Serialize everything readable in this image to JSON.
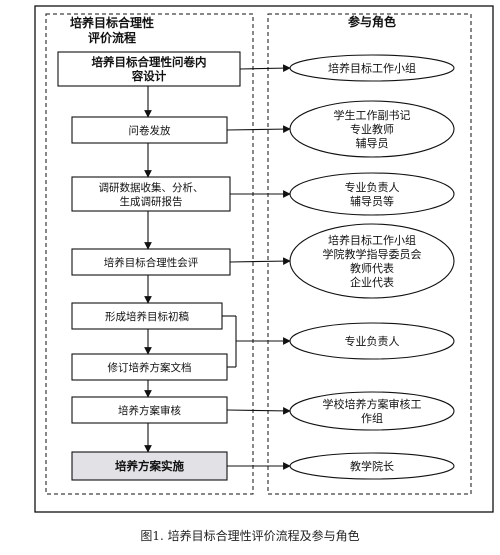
{
  "left_panel": {
    "title": [
      "培养目标合理性",
      "评价流程"
    ]
  },
  "right_panel": {
    "title": "参与角色"
  },
  "steps": [
    {
      "lines": [
        "培养目标合理性问卷内",
        "容设计"
      ],
      "bold": true
    },
    {
      "lines": [
        "问卷发放"
      ]
    },
    {
      "lines": [
        "调研数据收集、分析、",
        "生成调研报告"
      ]
    },
    {
      "lines": [
        "培养目标合理性会评"
      ]
    },
    {
      "lines": [
        "形成培养目标初稿"
      ]
    },
    {
      "lines": [
        "修订培养方案文档"
      ]
    },
    {
      "lines": [
        "培养方案审核"
      ]
    },
    {
      "lines": [
        "培养方案实施"
      ],
      "bold": true,
      "highlight": true
    }
  ],
  "roles": [
    {
      "lines": [
        "培养目标工作小组"
      ]
    },
    {
      "lines": [
        "学生工作副书记",
        "专业教师",
        "辅导员"
      ]
    },
    {
      "lines": [
        "专业负责人",
        "辅导员等"
      ]
    },
    {
      "lines": [
        "培养目标工作小组",
        "学院教学指导委员会",
        "教师代表",
        "企业代表"
      ]
    },
    {
      "lines": [
        "专业负责人"
      ]
    },
    {
      "lines": [
        "学校培养方案审核工",
        "作组"
      ]
    },
    {
      "lines": [
        "教学院长"
      ]
    }
  ],
  "caption": "图1. 培养目标合理性评价流程及参与角色"
}
